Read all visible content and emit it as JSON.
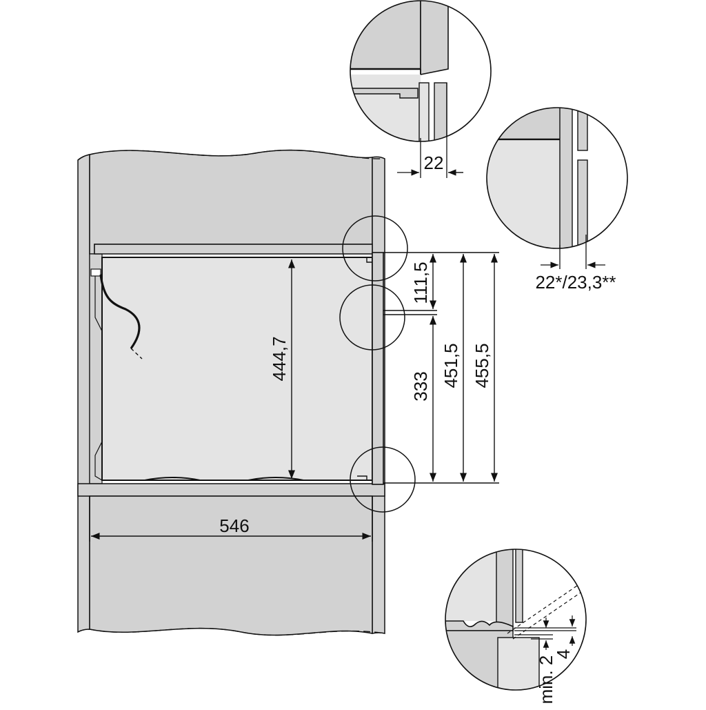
{
  "colors": {
    "cabinet": "#d2d2d2",
    "appliance": "#e4e4e4",
    "line": "#111111",
    "background": "#ffffff"
  },
  "dimensions": {
    "detail_top_gap": "22",
    "detail_mid_gap": "22*/23,3**",
    "height_front_top": "111,5",
    "height_oven": "444,7",
    "height_lower": "333",
    "height_451": "451,5",
    "height_455": "455,5",
    "width": "546",
    "min_gap": "min. 2",
    "depth_4": "4"
  }
}
